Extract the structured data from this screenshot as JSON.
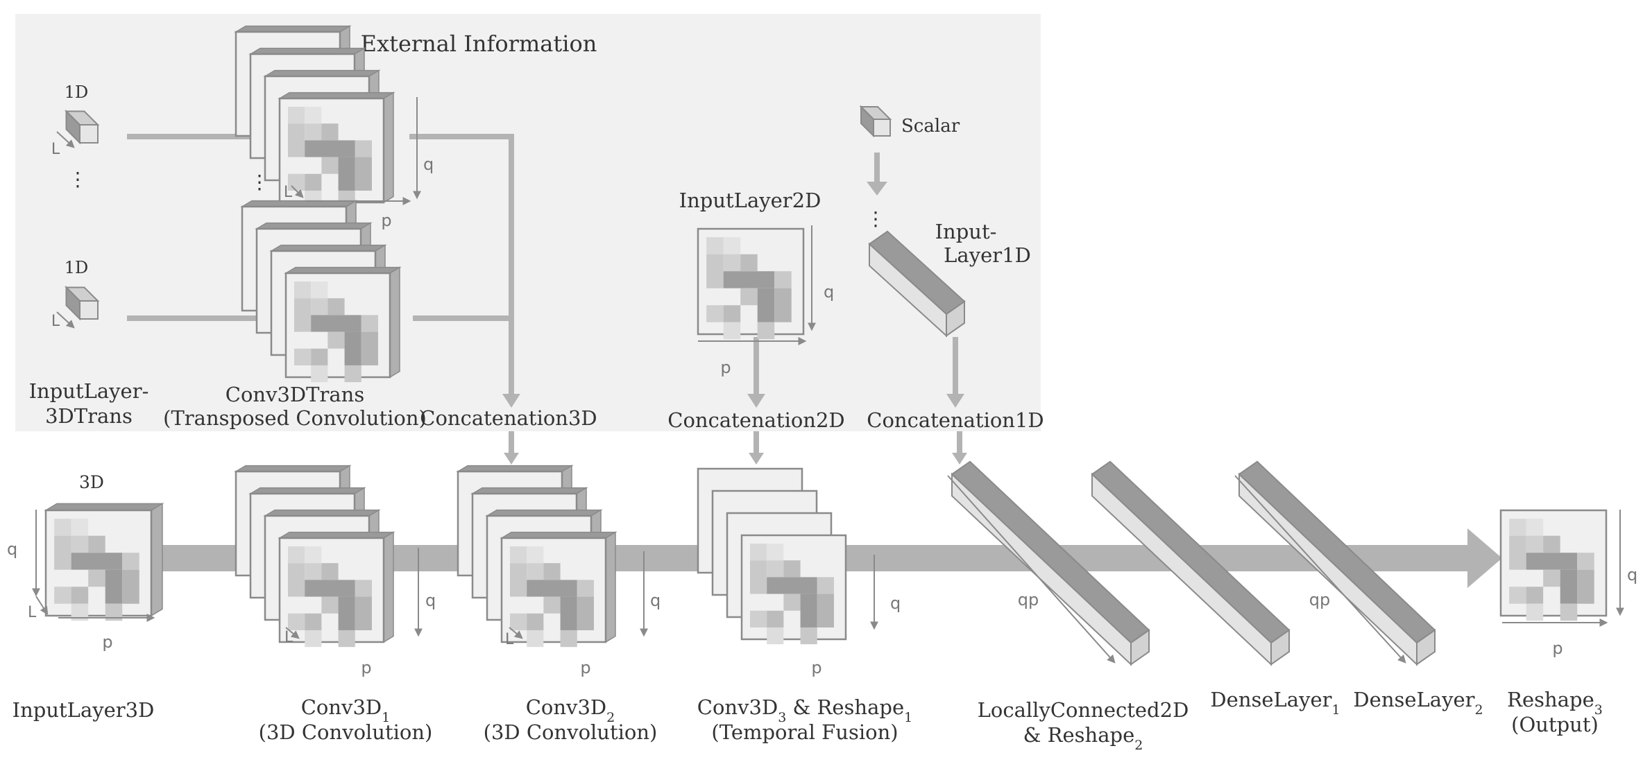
{
  "colors": {
    "external_bg": "#f1f1f1",
    "flow": "#b3b3b3",
    "block_face": "#f0f0f0",
    "block_border": "#8a8a8a",
    "text": "#333333",
    "axis_text": "#777777"
  },
  "external": {
    "title": "External Information",
    "dim_1d_top": "1D",
    "dim_1d_bottom": "1D",
    "ellipsis": "⋮",
    "axis_L": "L",
    "axis_q": "q",
    "axis_p": "p",
    "input_3dtrans_line1": "InputLayer-",
    "input_3dtrans_line2": "3DTrans",
    "conv3dtrans_line1": "Conv3DTrans",
    "conv3dtrans_line2": "(Transposed Convolution)",
    "concat3d": "Concatenation3D",
    "input2d_title": "InputLayer2D",
    "concat2d": "Concatenation2D",
    "scalar": "Scalar",
    "input1d_line1": "Input-",
    "input1d_line2": "Layer1D",
    "concat1d": "Concatenation1D"
  },
  "main": {
    "dim_3d": "3D",
    "axis_q": "q",
    "axis_p": "p",
    "axis_L": "L",
    "axis_qp": "qp",
    "stages": [
      {
        "line1": "InputLayer3D",
        "line2": ""
      },
      {
        "line1": "Conv3D",
        "sub": "1",
        "line2": "(3D Convolution)"
      },
      {
        "line1": "Conv3D",
        "sub": "2",
        "line2": "(3D Convolution)"
      },
      {
        "line1": "Conv3D",
        "sub": "3",
        "mid": " & Reshape",
        "sub2": "1",
        "line2": "(Temporal Fusion)"
      },
      {
        "line1": "LocallyConnected2D",
        "line2": "& Reshape",
        "sub2": "2"
      },
      {
        "line1": "DenseLayer",
        "sub": "1"
      },
      {
        "line1": "DenseLayer",
        "sub": "2"
      },
      {
        "line1": "Reshape",
        "sub": "3",
        "line2": "(Output)"
      }
    ]
  }
}
